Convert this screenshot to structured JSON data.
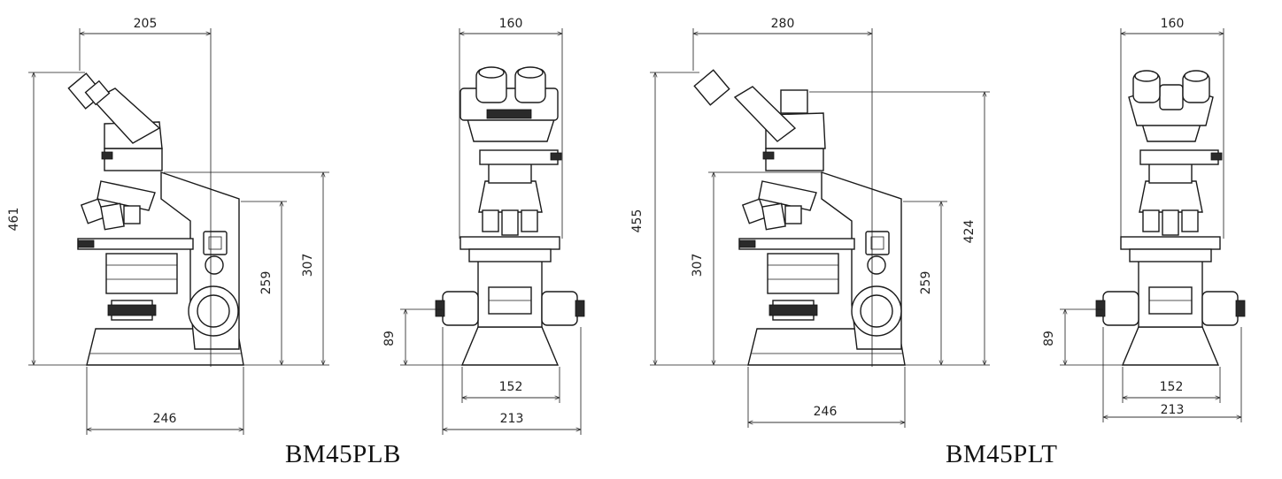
{
  "models": [
    {
      "name": "BM45PLB",
      "side": {
        "width_top": "205",
        "height_total": "461",
        "height_arm": "307",
        "height_stage": "259",
        "base_width": "246"
      },
      "front": {
        "width_top": "160",
        "knob_height": "89",
        "base_inner": "152",
        "base_outer": "213"
      }
    },
    {
      "name": "BM45PLT",
      "side": {
        "width_top": "280",
        "height_total": "455",
        "height_arm": "307",
        "height_stage": "259",
        "height_head": "424",
        "base_width": "246"
      },
      "front": {
        "width_top": "160",
        "knob_height": "89",
        "base_inner": "152",
        "base_outer": "213"
      }
    }
  ]
}
